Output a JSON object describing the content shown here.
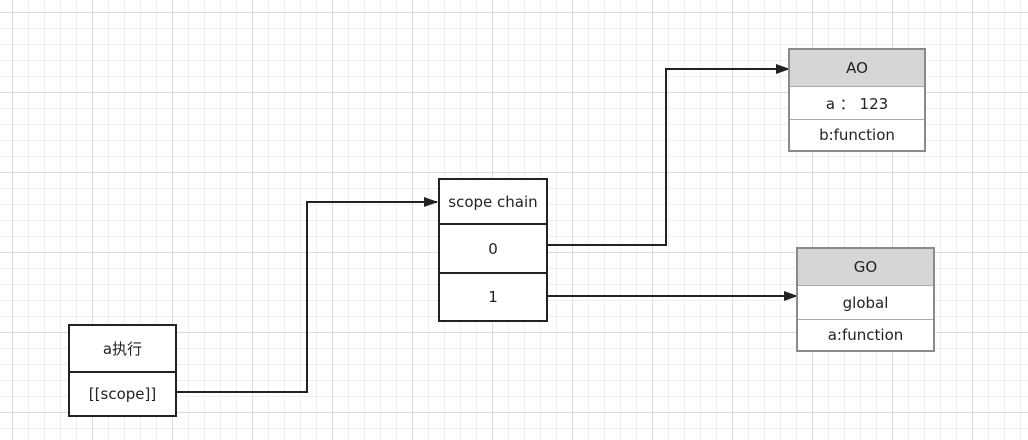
{
  "a_box": {
    "title": "a执行",
    "scope": "[[scope]]"
  },
  "scope_chain": {
    "title": "scope chain",
    "items": [
      "0",
      "1"
    ]
  },
  "ao": {
    "title": "AO",
    "rows": [
      "a ： 123",
      "b:function"
    ],
    "header_color": "#d6d6d6"
  },
  "go": {
    "title": "GO",
    "rows": [
      "global",
      "a:function"
    ],
    "header_color": "#d6d6d6"
  }
}
